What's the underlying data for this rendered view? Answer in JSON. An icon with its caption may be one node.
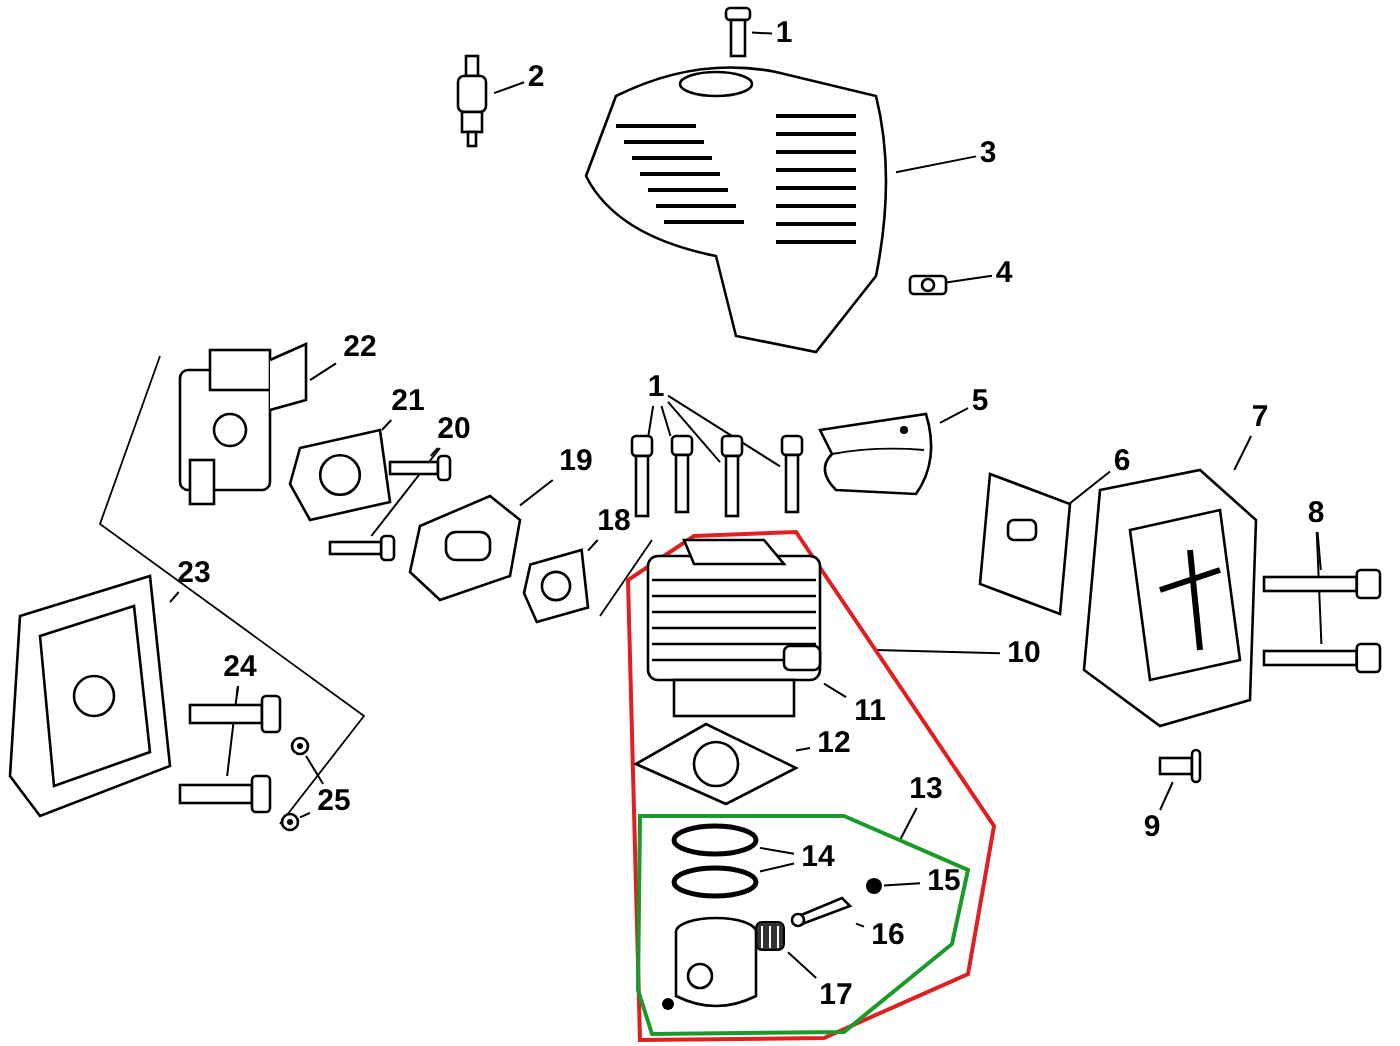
{
  "diagram": {
    "nodes": [
      {
        "text": [
          "1"
        ]
      },
      {
        "text": [],
        "shape": "picture"
      },
      {
        "text": [
          "2"
        ]
      },
      {
        "text": [],
        "shape": "picture"
      },
      {
        "text": [
          "3"
        ]
      },
      {
        "text": [],
        "shape": "picture"
      },
      {
        "text": [
          "4"
        ]
      },
      {
        "text": [],
        "shape": "picture"
      },
      {
        "text": [
          "22"
        ]
      },
      {
        "text": [],
        "shape": "picture"
      },
      {
        "text": [
          "21"
        ]
      },
      {
        "text": [],
        "shape": "picture"
      },
      {
        "text": [
          "20"
        ]
      },
      {
        "text": [],
        "shape": "picture"
      },
      {
        "text": [],
        "shape": "picture"
      },
      {
        "text": [
          "1"
        ]
      },
      {
        "text": [],
        "shape": "picture"
      },
      {
        "text": [],
        "shape": "picture"
      },
      {
        "text": [],
        "shape": "picture"
      },
      {
        "text": [],
        "shape": "picture"
      },
      {
        "text": [
          "5"
        ]
      },
      {
        "text": [],
        "shape": "picture"
      },
      {
        "text": [
          "6"
        ]
      },
      {
        "text": [],
        "shape": "picture"
      },
      {
        "text": [
          "7"
        ]
      },
      {
        "text": [],
        "shape": "picture"
      },
      {
        "text": [
          "8"
        ]
      },
      {
        "text": [],
        "shape": "picture"
      },
      {
        "text": [],
        "shape": "picture"
      },
      {
        "text": [
          "19"
        ]
      },
      {
        "text": [],
        "shape": "picture"
      },
      {
        "text": [
          "18"
        ]
      },
      {
        "text": [],
        "shape": "picture"
      },
      {
        "text": [
          "23"
        ]
      },
      {
        "text": [],
        "shape": "picture"
      },
      {
        "text": [],
        "shape": "box"
      },
      {
        "text": [
          "10"
        ]
      },
      {
        "text": [
          "11"
        ],
        "in": 35
      },
      {
        "text": [],
        "shape": "picture",
        "in": 35
      },
      {
        "text": [
          "12"
        ],
        "in": 35
      },
      {
        "text": [],
        "shape": "picture",
        "in": 35
      },
      {
        "text": [
          "13"
        ],
        "in": 35
      },
      {
        "text": [],
        "shape": "box",
        "in": 35
      },
      {
        "text": [
          "14"
        ],
        "in": 42
      },
      {
        "text": [],
        "shape": "circle",
        "in": 42
      },
      {
        "text": [],
        "shape": "circle",
        "in": 42
      },
      {
        "text": [
          "15"
        ],
        "in": 42
      },
      {
        "text": [],
        "shape": "circle",
        "in": 42
      },
      {
        "text": [
          "16"
        ],
        "in": 42
      },
      {
        "text": [],
        "shape": "picture",
        "in": 42
      },
      {
        "text": [
          "17"
        ],
        "in": 42
      },
      {
        "text": [],
        "shape": "picture",
        "in": 42
      },
      {
        "text": [
          "24"
        ]
      },
      {
        "text": [],
        "shape": "picture"
      },
      {
        "text": [],
        "shape": "picture"
      },
      {
        "text": [
          "25"
        ]
      },
      {
        "text": [],
        "shape": "picture"
      },
      {
        "text": [],
        "shape": "picture"
      },
      {
        "text": [
          "9"
        ]
      },
      {
        "text": [],
        "shape": "picture"
      }
    ],
    "edges": [
      {
        "from": 0,
        "to": 1,
        "arrow": "none"
      },
      {
        "from": 2,
        "to": 3,
        "arrow": "none"
      },
      {
        "from": 4,
        "to": 5,
        "arrow": "none"
      },
      {
        "from": 6,
        "to": 7,
        "arrow": "none"
      },
      {
        "from": 8,
        "to": 9,
        "arrow": "none"
      },
      {
        "from": 10,
        "to": 11,
        "arrow": "none"
      },
      {
        "from": 12,
        "to": 13,
        "arrow": "none"
      },
      {
        "from": 12,
        "to": 14,
        "arrow": "none"
      },
      {
        "from": 15,
        "to": 16,
        "arrow": "none"
      },
      {
        "from": 15,
        "to": 17,
        "arrow": "none"
      },
      {
        "from": 15,
        "to": 18,
        "arrow": "none"
      },
      {
        "from": 15,
        "to": 19,
        "arrow": "none"
      },
      {
        "from": 20,
        "to": 21,
        "arrow": "none"
      },
      {
        "from": 22,
        "to": 23,
        "arrow": "none"
      },
      {
        "from": 24,
        "to": 25,
        "arrow": "none"
      },
      {
        "from": 26,
        "to": 27,
        "arrow": "none"
      },
      {
        "from": 26,
        "to": 28,
        "arrow": "none"
      },
      {
        "from": 29,
        "to": 30,
        "arrow": "none"
      },
      {
        "from": 31,
        "to": 32,
        "arrow": "none"
      },
      {
        "from": 33,
        "to": 34,
        "arrow": "none"
      },
      {
        "from": 36,
        "to": 35,
        "arrow": "none"
      },
      {
        "from": 37,
        "to": 38,
        "arrow": "none"
      },
      {
        "from": 39,
        "to": 40,
        "arrow": "none"
      },
      {
        "from": 41,
        "to": 42,
        "arrow": "none"
      },
      {
        "from": 43,
        "to": 44,
        "arrow": "none"
      },
      {
        "from": 43,
        "to": 45,
        "arrow": "none"
      },
      {
        "from": 46,
        "to": 47,
        "arrow": "none"
      },
      {
        "from": 48,
        "to": 49,
        "arrow": "none"
      },
      {
        "from": 50,
        "to": 51,
        "arrow": "none"
      },
      {
        "from": 52,
        "to": 53,
        "arrow": "none"
      },
      {
        "from": 52,
        "to": 54,
        "arrow": "none"
      },
      {
        "from": 55,
        "to": 56,
        "arrow": "none"
      },
      {
        "from": 55,
        "to": 57,
        "arrow": "none"
      },
      {
        "from": 58,
        "to": 59,
        "arrow": "none"
      }
    ]
  }
}
